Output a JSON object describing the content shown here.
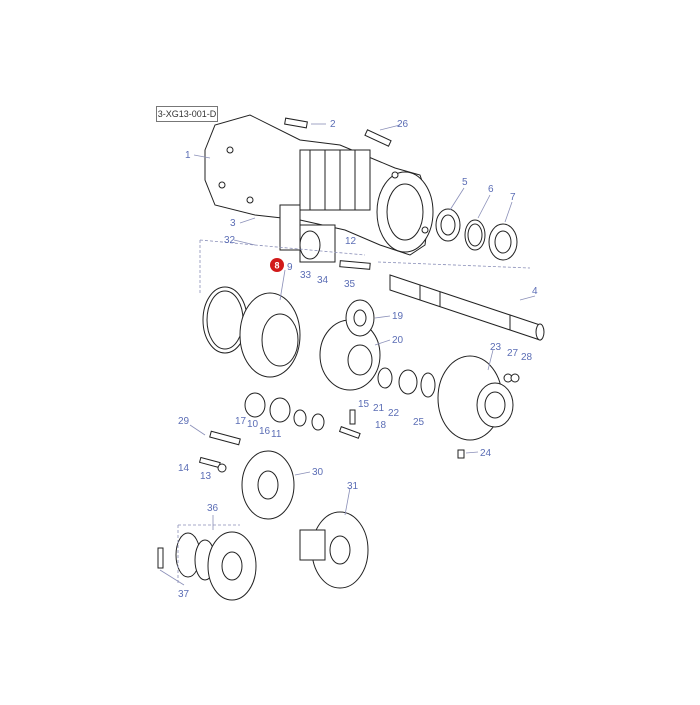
{
  "diagram": {
    "reference_code": "3-XG13-001-D",
    "highlight_color": "#d11a1a",
    "label_color": "#5b6db5",
    "highlighted_part": "8",
    "callouts": [
      "1",
      "2",
      "3",
      "4",
      "5",
      "6",
      "7",
      "8",
      "9",
      "10",
      "11",
      "12",
      "13",
      "14",
      "15",
      "16",
      "17",
      "18",
      "19",
      "20",
      "21",
      "22",
      "23",
      "24",
      "25",
      "26",
      "27",
      "28",
      "29",
      "30",
      "31",
      "32",
      "33",
      "34",
      "35",
      "36",
      "37"
    ]
  }
}
